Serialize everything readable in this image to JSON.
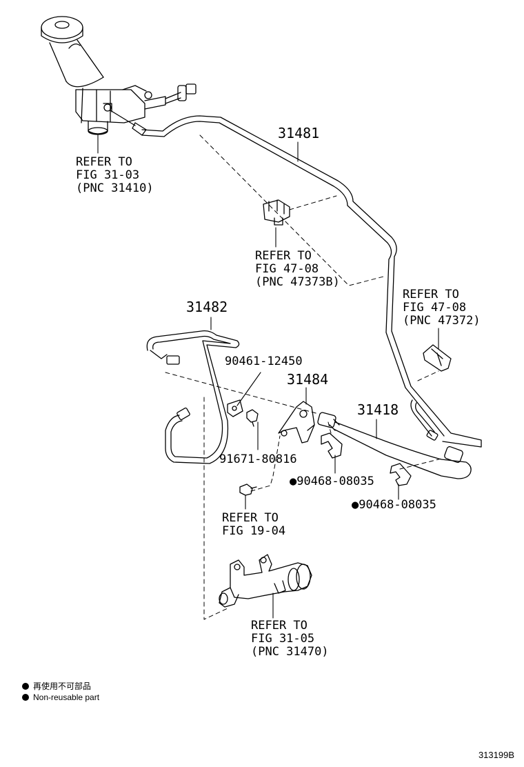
{
  "part_numbers": {
    "p31481": "31481",
    "p31482": "31482",
    "p31484": "31484",
    "p31418": "31418",
    "p90461": "90461-12450",
    "p91671": "91671-80816",
    "p90468a": "●90468-08035",
    "p90468b": "●90468-08035"
  },
  "refs": {
    "fig3103": "REFER TO\nFIG 31-03\n(PNC 31410)",
    "fig4708a": "REFER TO\nFIG 47-08\n(PNC 47373B)",
    "fig4708b": "REFER TO\nFIG 47-08\n(PNC 47372)",
    "fig1904": "REFER TO\nFIG 19-04",
    "fig3105": "REFER TO\nFIG 31-05\n(PNC 31470)"
  },
  "legend": {
    "line1": "再使用不可部品",
    "line2": "Non-reusable part"
  },
  "figure_id": "313199B",
  "colors": {
    "ink": "#000000",
    "paper": "#ffffff"
  }
}
